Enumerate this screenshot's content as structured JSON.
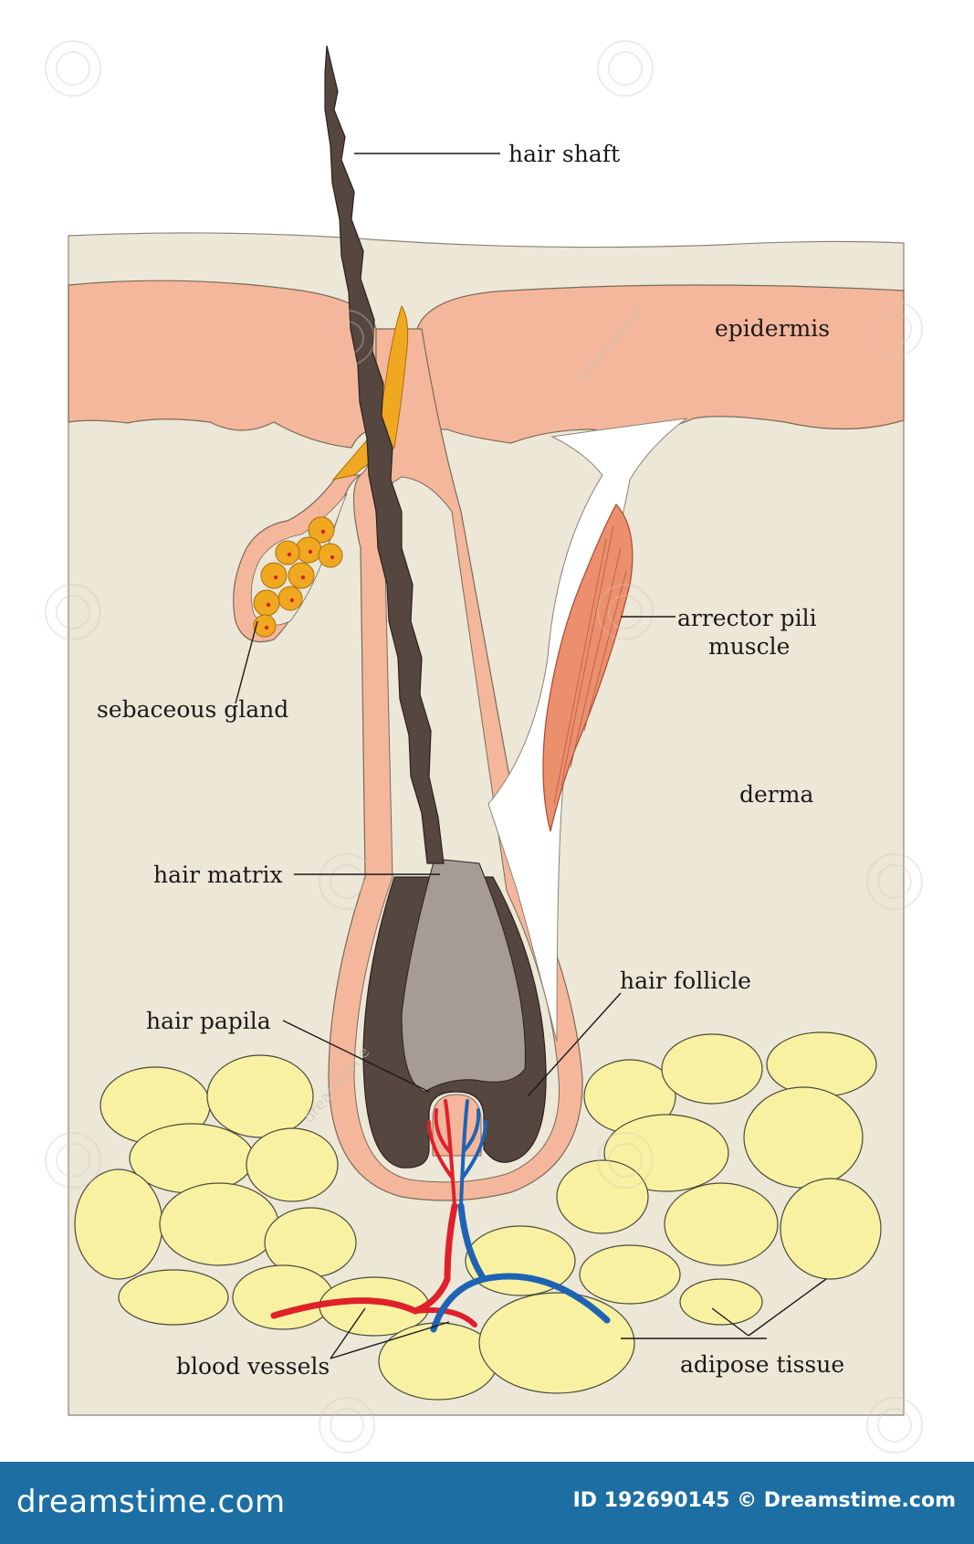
{
  "diagram": {
    "labels": {
      "hair_shaft": "hair shaft",
      "epidermis": "epidermis",
      "arrector_pili_1": "arrector pili",
      "arrector_pili_2": "muscle",
      "sebaceous_gland": "sebaceous gland",
      "derma": "derma",
      "hair_matrix": "hair matrix",
      "hair_follicle": "hair follicle",
      "hair_papila": "hair papila",
      "blood_vessels": "blood vessels",
      "adipose_tissue": "adipose tissue"
    },
    "colors": {
      "dermis": "#ece7d6",
      "epidermis": "#f5b79b",
      "hair": "#55463f",
      "matrix": "#a69c95",
      "sebum": "#f0a820",
      "muscle": "#ec8f6d",
      "fat": "#f8f1a2",
      "artery": "#e0202a",
      "vein": "#1e63b4"
    }
  },
  "watermark": {
    "text": "dreamstime"
  },
  "footer": {
    "brand": "dreamstime.com",
    "id_text": "ID 192690145 © Dreamstime.com"
  }
}
